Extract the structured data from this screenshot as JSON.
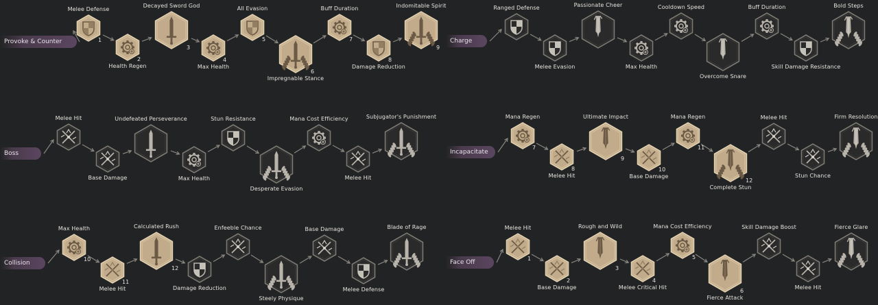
{
  "colors": {
    "background": "#222324",
    "learned_fill": "#c2ab8a",
    "learned_border": "#e3d2b2",
    "locked_fill": "#2a2a2a",
    "locked_border": "#7d7a74",
    "label_pill": "#5b4660"
  },
  "trees": [
    {
      "label": "Provoke & Counter",
      "nodes": [
        {
          "name": "Melee Defense",
          "icon": "shield-icon",
          "state": "learned",
          "number": "1"
        },
        {
          "name": "Health Regen",
          "icon": "gear-plus-icon",
          "state": "learned",
          "number": "2"
        },
        {
          "name": "Decayed Sword God",
          "icon": "sword-icon",
          "state": "learned",
          "number": "3"
        },
        {
          "name": "Max Health",
          "icon": "gear-plus-icon",
          "state": "learned",
          "number": "4"
        },
        {
          "name": "All Evasion",
          "icon": "shield-icon",
          "state": "learned",
          "number": "5"
        },
        {
          "name": "Impregnable Stance",
          "icon": "sword-wreath-icon",
          "state": "learned",
          "number": "6"
        },
        {
          "name": "Buff Duration",
          "icon": "gear-plus-icon",
          "state": "learned",
          "number": "7"
        },
        {
          "name": "Damage Reduction",
          "icon": "shield-icon",
          "state": "learned",
          "number": "8"
        },
        {
          "name": "Indomitable Spirit",
          "icon": "sword-wreath-icon",
          "state": "learned",
          "number": "9"
        }
      ]
    },
    {
      "label": "Charge",
      "nodes": [
        {
          "name": "Ranged Defense",
          "icon": "shield-icon",
          "state": "locked",
          "number": ""
        },
        {
          "name": "Melee Evasion",
          "icon": "shield-icon",
          "state": "locked",
          "number": ""
        },
        {
          "name": "Passionate Cheer",
          "icon": "broken-sword-icon",
          "state": "locked",
          "number": ""
        },
        {
          "name": "Max Health",
          "icon": "gear-plus-icon",
          "state": "locked",
          "number": ""
        },
        {
          "name": "Cooldown Speed",
          "icon": "gear-plus-icon",
          "state": "locked",
          "number": ""
        },
        {
          "name": "Overcome Snare",
          "icon": "broken-sword-icon",
          "state": "locked",
          "number": ""
        },
        {
          "name": "Buff Duration",
          "icon": "gear-plus-icon",
          "state": "locked",
          "number": ""
        },
        {
          "name": "Skill Damage Resistance",
          "icon": "shield-icon",
          "state": "locked",
          "number": ""
        },
        {
          "name": "Bold Steps",
          "icon": "broken-sword-wreath-icon",
          "state": "locked",
          "number": ""
        }
      ]
    },
    {
      "label": "Boss",
      "nodes": [
        {
          "name": "Melee Hit",
          "icon": "crossed-swords-icon",
          "state": "locked",
          "number": ""
        },
        {
          "name": "Base Damage",
          "icon": "crossed-swords-icon",
          "state": "locked",
          "number": ""
        },
        {
          "name": "Undefeated Perseverance",
          "icon": "sword-icon",
          "state": "locked",
          "number": ""
        },
        {
          "name": "Max Health",
          "icon": "gear-plus-icon",
          "state": "locked",
          "number": ""
        },
        {
          "name": "Stun Resistance",
          "icon": "shield-icon",
          "state": "locked",
          "number": ""
        },
        {
          "name": "Desperate Evasion",
          "icon": "sword-wreath-icon",
          "state": "locked",
          "number": ""
        },
        {
          "name": "Mana Cost Efficiency",
          "icon": "gear-plus-icon",
          "state": "locked",
          "number": ""
        },
        {
          "name": "Melee Hit",
          "icon": "crossed-swords-icon",
          "state": "locked",
          "number": ""
        },
        {
          "name": "Subjugator's Punishment",
          "icon": "sword-wreath-icon",
          "state": "locked",
          "number": ""
        }
      ]
    },
    {
      "label": "Incapacitate",
      "nodes": [
        {
          "name": "Mana Regen",
          "icon": "gear-plus-icon",
          "state": "learned",
          "number": "7"
        },
        {
          "name": "Melee Hit",
          "icon": "crossed-swords-icon",
          "state": "learned",
          "number": "8"
        },
        {
          "name": "Ultimate Impact",
          "icon": "broken-sword-icon",
          "state": "learned",
          "number": "9"
        },
        {
          "name": "Base Damage",
          "icon": "crossed-swords-icon",
          "state": "learned",
          "number": "10"
        },
        {
          "name": "Mana Regen",
          "icon": "gear-plus-icon",
          "state": "learned",
          "number": "11"
        },
        {
          "name": "Complete Stun",
          "icon": "broken-sword-wreath-icon",
          "state": "learned",
          "number": "12"
        },
        {
          "name": "Melee Hit",
          "icon": "crossed-swords-icon",
          "state": "locked",
          "number": ""
        },
        {
          "name": "Stun Chance",
          "icon": "crossed-swords-icon",
          "state": "locked",
          "number": ""
        },
        {
          "name": "Firm Resolution",
          "icon": "broken-sword-wreath-icon",
          "state": "locked",
          "number": ""
        }
      ]
    },
    {
      "label": "Collision",
      "nodes": [
        {
          "name": "Max Health",
          "icon": "gear-plus-icon",
          "state": "learned",
          "number": "10"
        },
        {
          "name": "Melee Hit",
          "icon": "crossed-swords-icon",
          "state": "learned",
          "number": "11"
        },
        {
          "name": "Calculated Rush",
          "icon": "sword-icon",
          "state": "learned",
          "number": "12"
        },
        {
          "name": "Damage Reduction",
          "icon": "shield-icon",
          "state": "locked",
          "number": ""
        },
        {
          "name": "Enfeeble Chance",
          "icon": "crossed-swords-icon",
          "state": "locked",
          "number": ""
        },
        {
          "name": "Steely Physique",
          "icon": "sword-wreath-icon",
          "state": "locked",
          "number": ""
        },
        {
          "name": "Base Damage",
          "icon": "crossed-swords-icon",
          "state": "locked",
          "number": ""
        },
        {
          "name": "Melee Defense",
          "icon": "shield-icon",
          "state": "locked",
          "number": ""
        },
        {
          "name": "Blade of Rage",
          "icon": "sword-wreath-icon",
          "state": "locked",
          "number": ""
        }
      ]
    },
    {
      "label": "Face Off",
      "nodes": [
        {
          "name": "Melee Hit",
          "icon": "crossed-swords-icon",
          "state": "learned",
          "number": "1"
        },
        {
          "name": "Base Damage",
          "icon": "crossed-swords-icon",
          "state": "learned",
          "number": "2"
        },
        {
          "name": "Rough and Wild",
          "icon": "broken-sword-icon",
          "state": "learned",
          "number": "3"
        },
        {
          "name": "Melee Critical Hit",
          "icon": "crossed-swords-icon",
          "state": "learned",
          "number": "4"
        },
        {
          "name": "Mana Cost Efficiency",
          "icon": "gear-plus-icon",
          "state": "learned",
          "number": "5"
        },
        {
          "name": "Fierce Attack",
          "icon": "broken-sword-icon",
          "state": "learned",
          "number": "6"
        },
        {
          "name": "Skill Damage Boost",
          "icon": "crossed-swords-icon",
          "state": "locked",
          "number": ""
        },
        {
          "name": "Melee Hit",
          "icon": "crossed-swords-icon",
          "state": "locked",
          "number": ""
        },
        {
          "name": "Fierce Glare",
          "icon": "broken-sword-wreath-icon",
          "state": "locked",
          "number": ""
        }
      ]
    }
  ]
}
